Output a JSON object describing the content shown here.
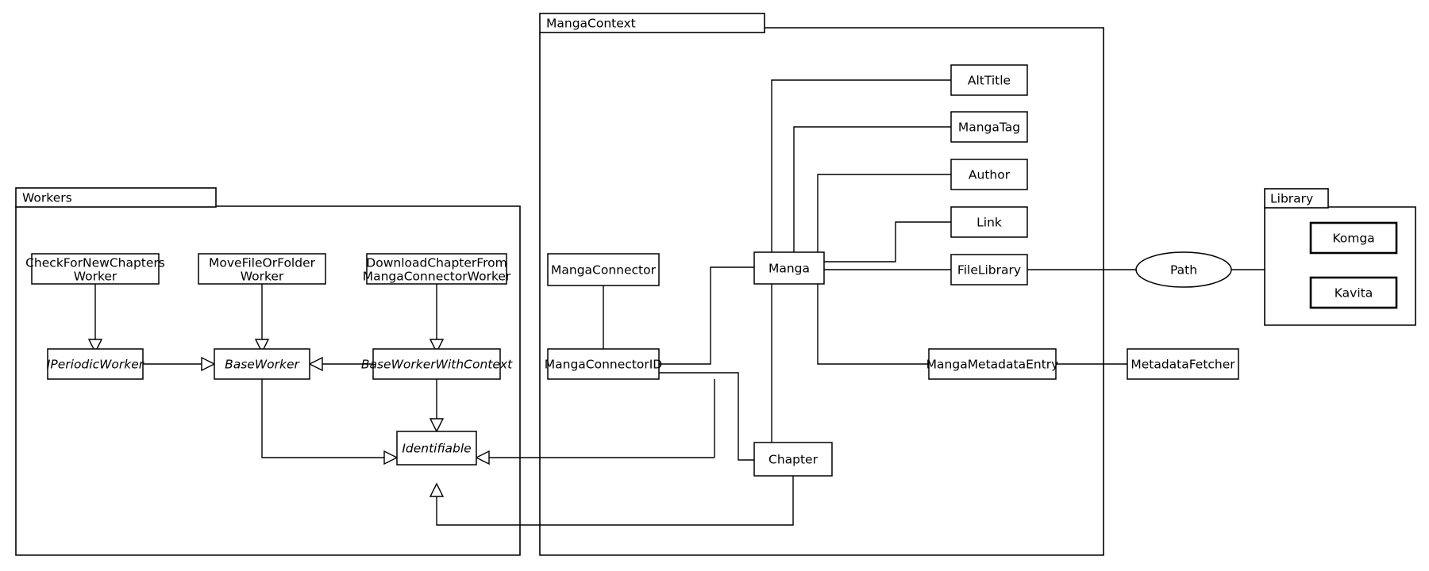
{
  "diagram": {
    "title": "Manga application class diagram",
    "type": "uml-class-diagram",
    "background_color": "#ffffff",
    "line_color": "#000000"
  },
  "packages": [
    {
      "id": "workers",
      "label": "Workers"
    },
    {
      "id": "mangacontext",
      "label": "MangaContext"
    },
    {
      "id": "library",
      "label": "Library"
    }
  ],
  "nodes": {
    "check_for_new_chapters_worker": {
      "label": "CheckForNewChapters\nWorker",
      "line1": "CheckForNewChapters",
      "line2": "Worker",
      "shape": "rect",
      "abstract": false
    },
    "move_file_or_folder_worker": {
      "label": "MoveFileOrFolder\nWorker",
      "line1": "MoveFileOrFolder",
      "line2": "Worker",
      "shape": "rect",
      "abstract": false
    },
    "download_chapter_worker": {
      "label": "DownloadChapterFrom\nMangaConnectorWorker",
      "line1": "DownloadChapterFrom",
      "line2": "MangaConnectorWorker",
      "shape": "rect",
      "abstract": false
    },
    "iperiodicworker": {
      "label": "IPeriodicWorker",
      "shape": "rect",
      "abstract": true
    },
    "baseworker": {
      "label": "BaseWorker",
      "shape": "rect",
      "abstract": true
    },
    "baseworkerwithcontext": {
      "label": "BaseWorkerWithContext",
      "shape": "rect",
      "abstract": true
    },
    "identifiable": {
      "label": "Identifiable",
      "shape": "rect",
      "abstract": true
    },
    "mangaconnector": {
      "label": "MangaConnector",
      "shape": "rect",
      "abstract": false
    },
    "mangaconnectorid": {
      "label": "MangaConnectorID",
      "shape": "rect",
      "abstract": false
    },
    "manga": {
      "label": "Manga",
      "shape": "rect",
      "abstract": false
    },
    "chapter": {
      "label": "Chapter",
      "shape": "rect",
      "abstract": false
    },
    "alttitle": {
      "label": "AltTitle",
      "shape": "rect",
      "abstract": false
    },
    "mangatag": {
      "label": "MangaTag",
      "shape": "rect",
      "abstract": false
    },
    "author": {
      "label": "Author",
      "shape": "rect",
      "abstract": false
    },
    "link": {
      "label": "Link",
      "shape": "rect",
      "abstract": false
    },
    "filelibrary": {
      "label": "FileLibrary",
      "shape": "rect",
      "abstract": false
    },
    "mangametadataentry": {
      "label": "MangaMetadataEntry",
      "shape": "rect",
      "abstract": false
    },
    "metadatafetcher": {
      "label": "MetadataFetcher",
      "shape": "rect",
      "abstract": false
    },
    "path": {
      "label": "Path",
      "shape": "ellipse",
      "abstract": false
    },
    "komga": {
      "label": "Komga",
      "shape": "rect",
      "abstract": false
    },
    "kavita": {
      "label": "Kavita",
      "shape": "rect",
      "abstract": false
    }
  },
  "edges": [
    {
      "from": "check_for_new_chapters_worker",
      "to": "iperiodicworker",
      "type": "generalization"
    },
    {
      "from": "move_file_or_folder_worker",
      "to": "baseworker",
      "type": "generalization"
    },
    {
      "from": "download_chapter_worker",
      "to": "baseworkerwithcontext",
      "type": "generalization"
    },
    {
      "from": "iperiodicworker",
      "to": "baseworker",
      "type": "generalization"
    },
    {
      "from": "baseworkerwithcontext",
      "to": "baseworker",
      "type": "generalization"
    },
    {
      "from": "baseworker",
      "to": "identifiable",
      "type": "generalization"
    },
    {
      "from": "baseworkerwithcontext",
      "to": "identifiable",
      "type": "generalization"
    },
    {
      "from": "mangaconnectorid",
      "to": "identifiable",
      "type": "generalization"
    },
    {
      "from": "chapter",
      "to": "identifiable",
      "type": "generalization"
    },
    {
      "from": "mangaconnector",
      "to": "mangaconnectorid",
      "type": "association"
    },
    {
      "from": "mangaconnectorid",
      "to": "manga",
      "type": "association"
    },
    {
      "from": "mangaconnectorid",
      "to": "chapter",
      "type": "association"
    },
    {
      "from": "manga",
      "to": "alttitle",
      "type": "association"
    },
    {
      "from": "manga",
      "to": "mangatag",
      "type": "association"
    },
    {
      "from": "manga",
      "to": "author",
      "type": "association"
    },
    {
      "from": "manga",
      "to": "link",
      "type": "association"
    },
    {
      "from": "manga",
      "to": "filelibrary",
      "type": "association"
    },
    {
      "from": "manga",
      "to": "chapter",
      "type": "association"
    },
    {
      "from": "manga",
      "to": "mangametadataentry",
      "type": "association"
    },
    {
      "from": "filelibrary",
      "to": "path",
      "type": "association"
    },
    {
      "from": "path",
      "to": "library",
      "type": "association"
    },
    {
      "from": "mangametadataentry",
      "to": "metadatafetcher",
      "type": "association"
    }
  ]
}
